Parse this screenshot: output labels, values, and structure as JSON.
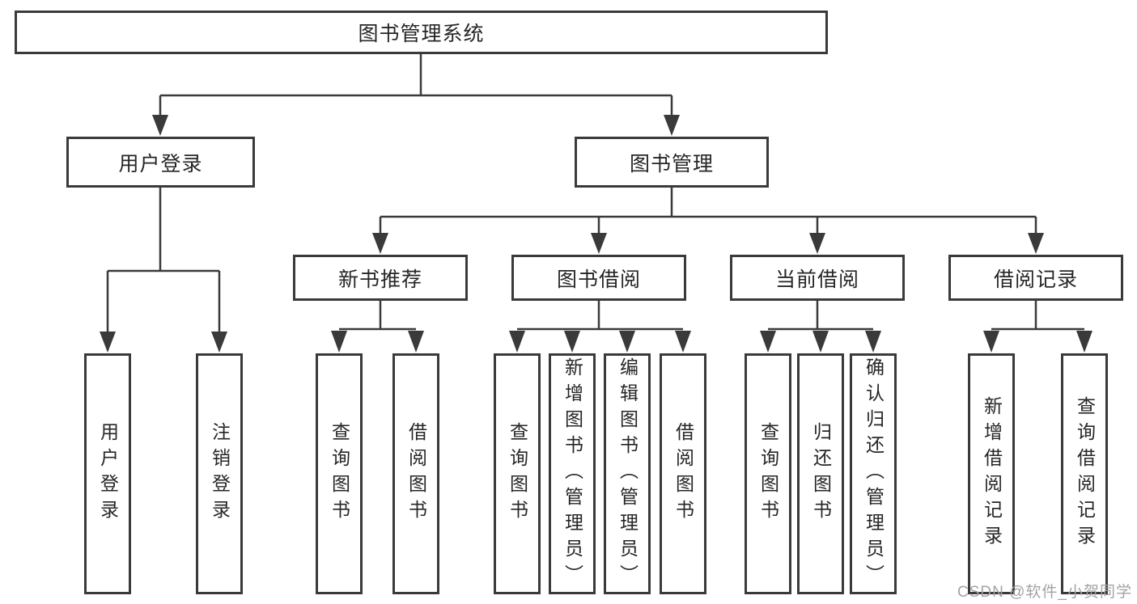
{
  "diagram": {
    "type": "hierarchy-tree",
    "watermark": "CSDN @软件_小贺同学",
    "tree": {
      "root": {
        "label": "图书管理系统"
      },
      "branches": [
        {
          "label": "用户登录",
          "children": [
            {
              "label": "用户登录"
            },
            {
              "label": "注销登录"
            }
          ]
        },
        {
          "label": "图书管理",
          "children": [
            {
              "label": "新书推荐",
              "children": [
                {
                  "label": "查询图书"
                },
                {
                  "label": "借阅图书"
                }
              ]
            },
            {
              "label": "图书借阅",
              "children": [
                {
                  "label": "查询图书"
                },
                {
                  "label": "新增图书（管理员）"
                },
                {
                  "label": "编辑图书（管理员）"
                },
                {
                  "label": "借阅图书"
                }
              ]
            },
            {
              "label": "当前借阅",
              "children": [
                {
                  "label": "查询图书"
                },
                {
                  "label": "归还图书"
                },
                {
                  "label": "确认归还（管理员）"
                }
              ]
            },
            {
              "label": "借阅记录",
              "children": [
                {
                  "label": "新增借阅记录"
                },
                {
                  "label": "查询借阅记录"
                }
              ]
            }
          ]
        }
      ]
    }
  }
}
